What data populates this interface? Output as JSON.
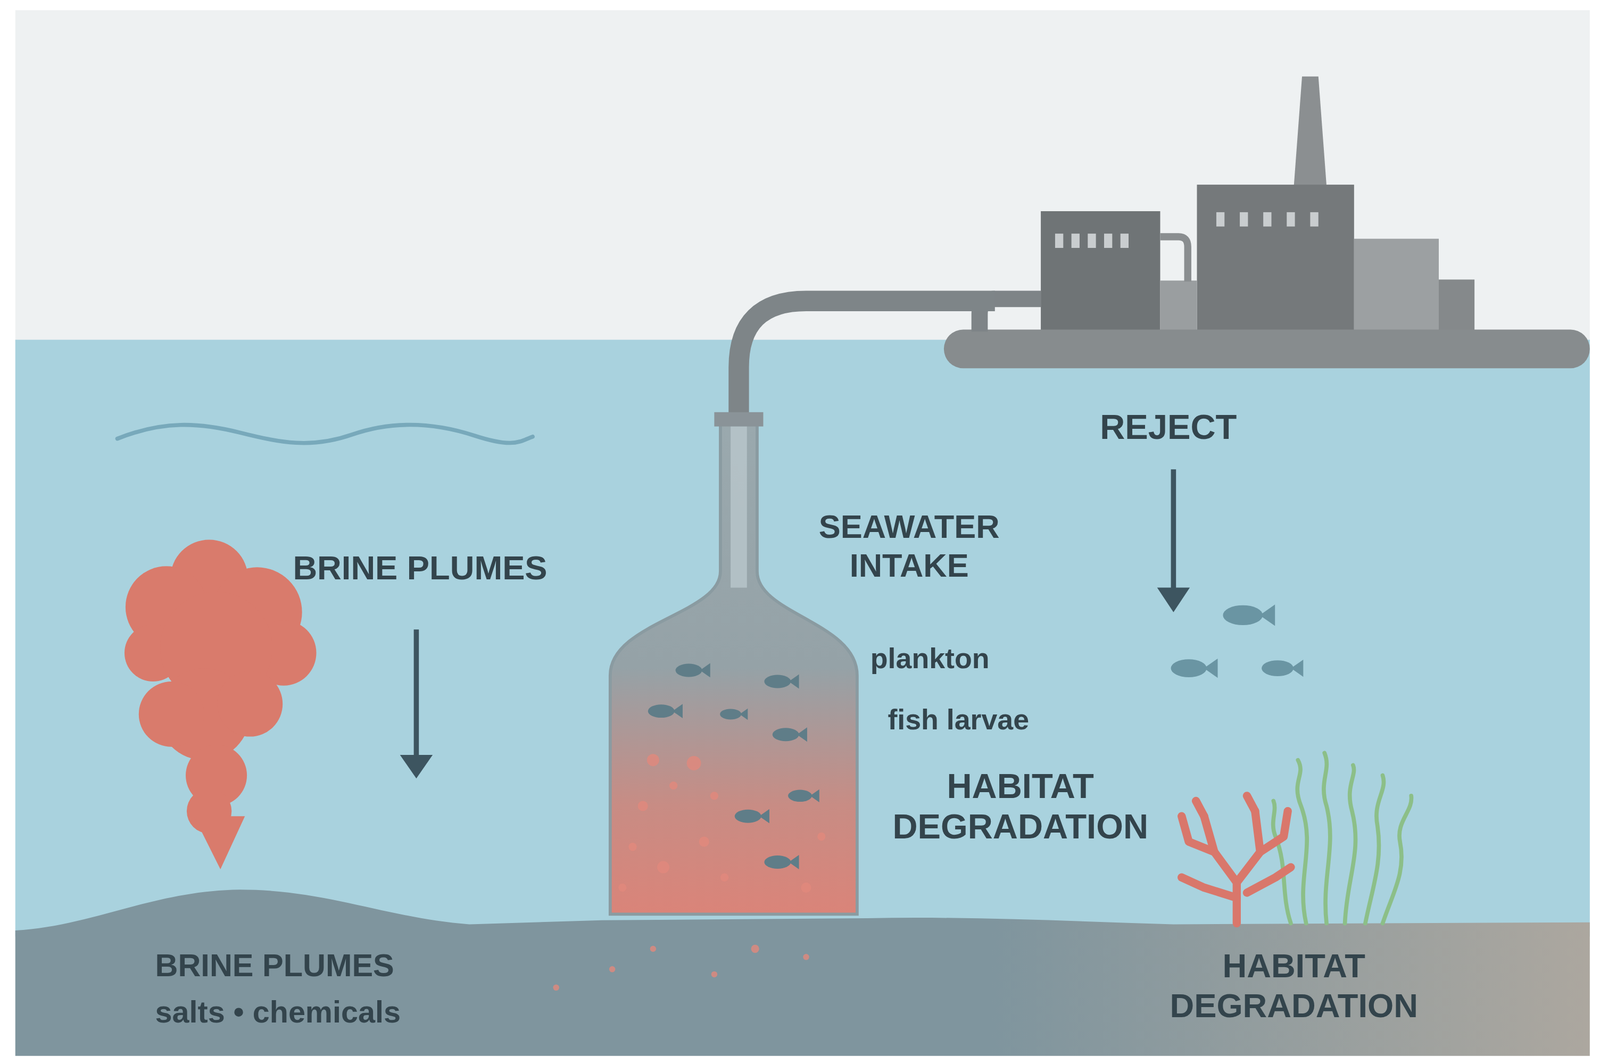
{
  "diagram": {
    "labels": [
      "REJECT",
      "BRINE PLUMES",
      "SEAWATER INTAKE",
      "plankton",
      "fish larvae",
      "HABITAT DEGRADATION",
      "BRINE PLUMES",
      "salts • chemicals",
      "HABITAT DEGRADATION"
    ]
  }
}
